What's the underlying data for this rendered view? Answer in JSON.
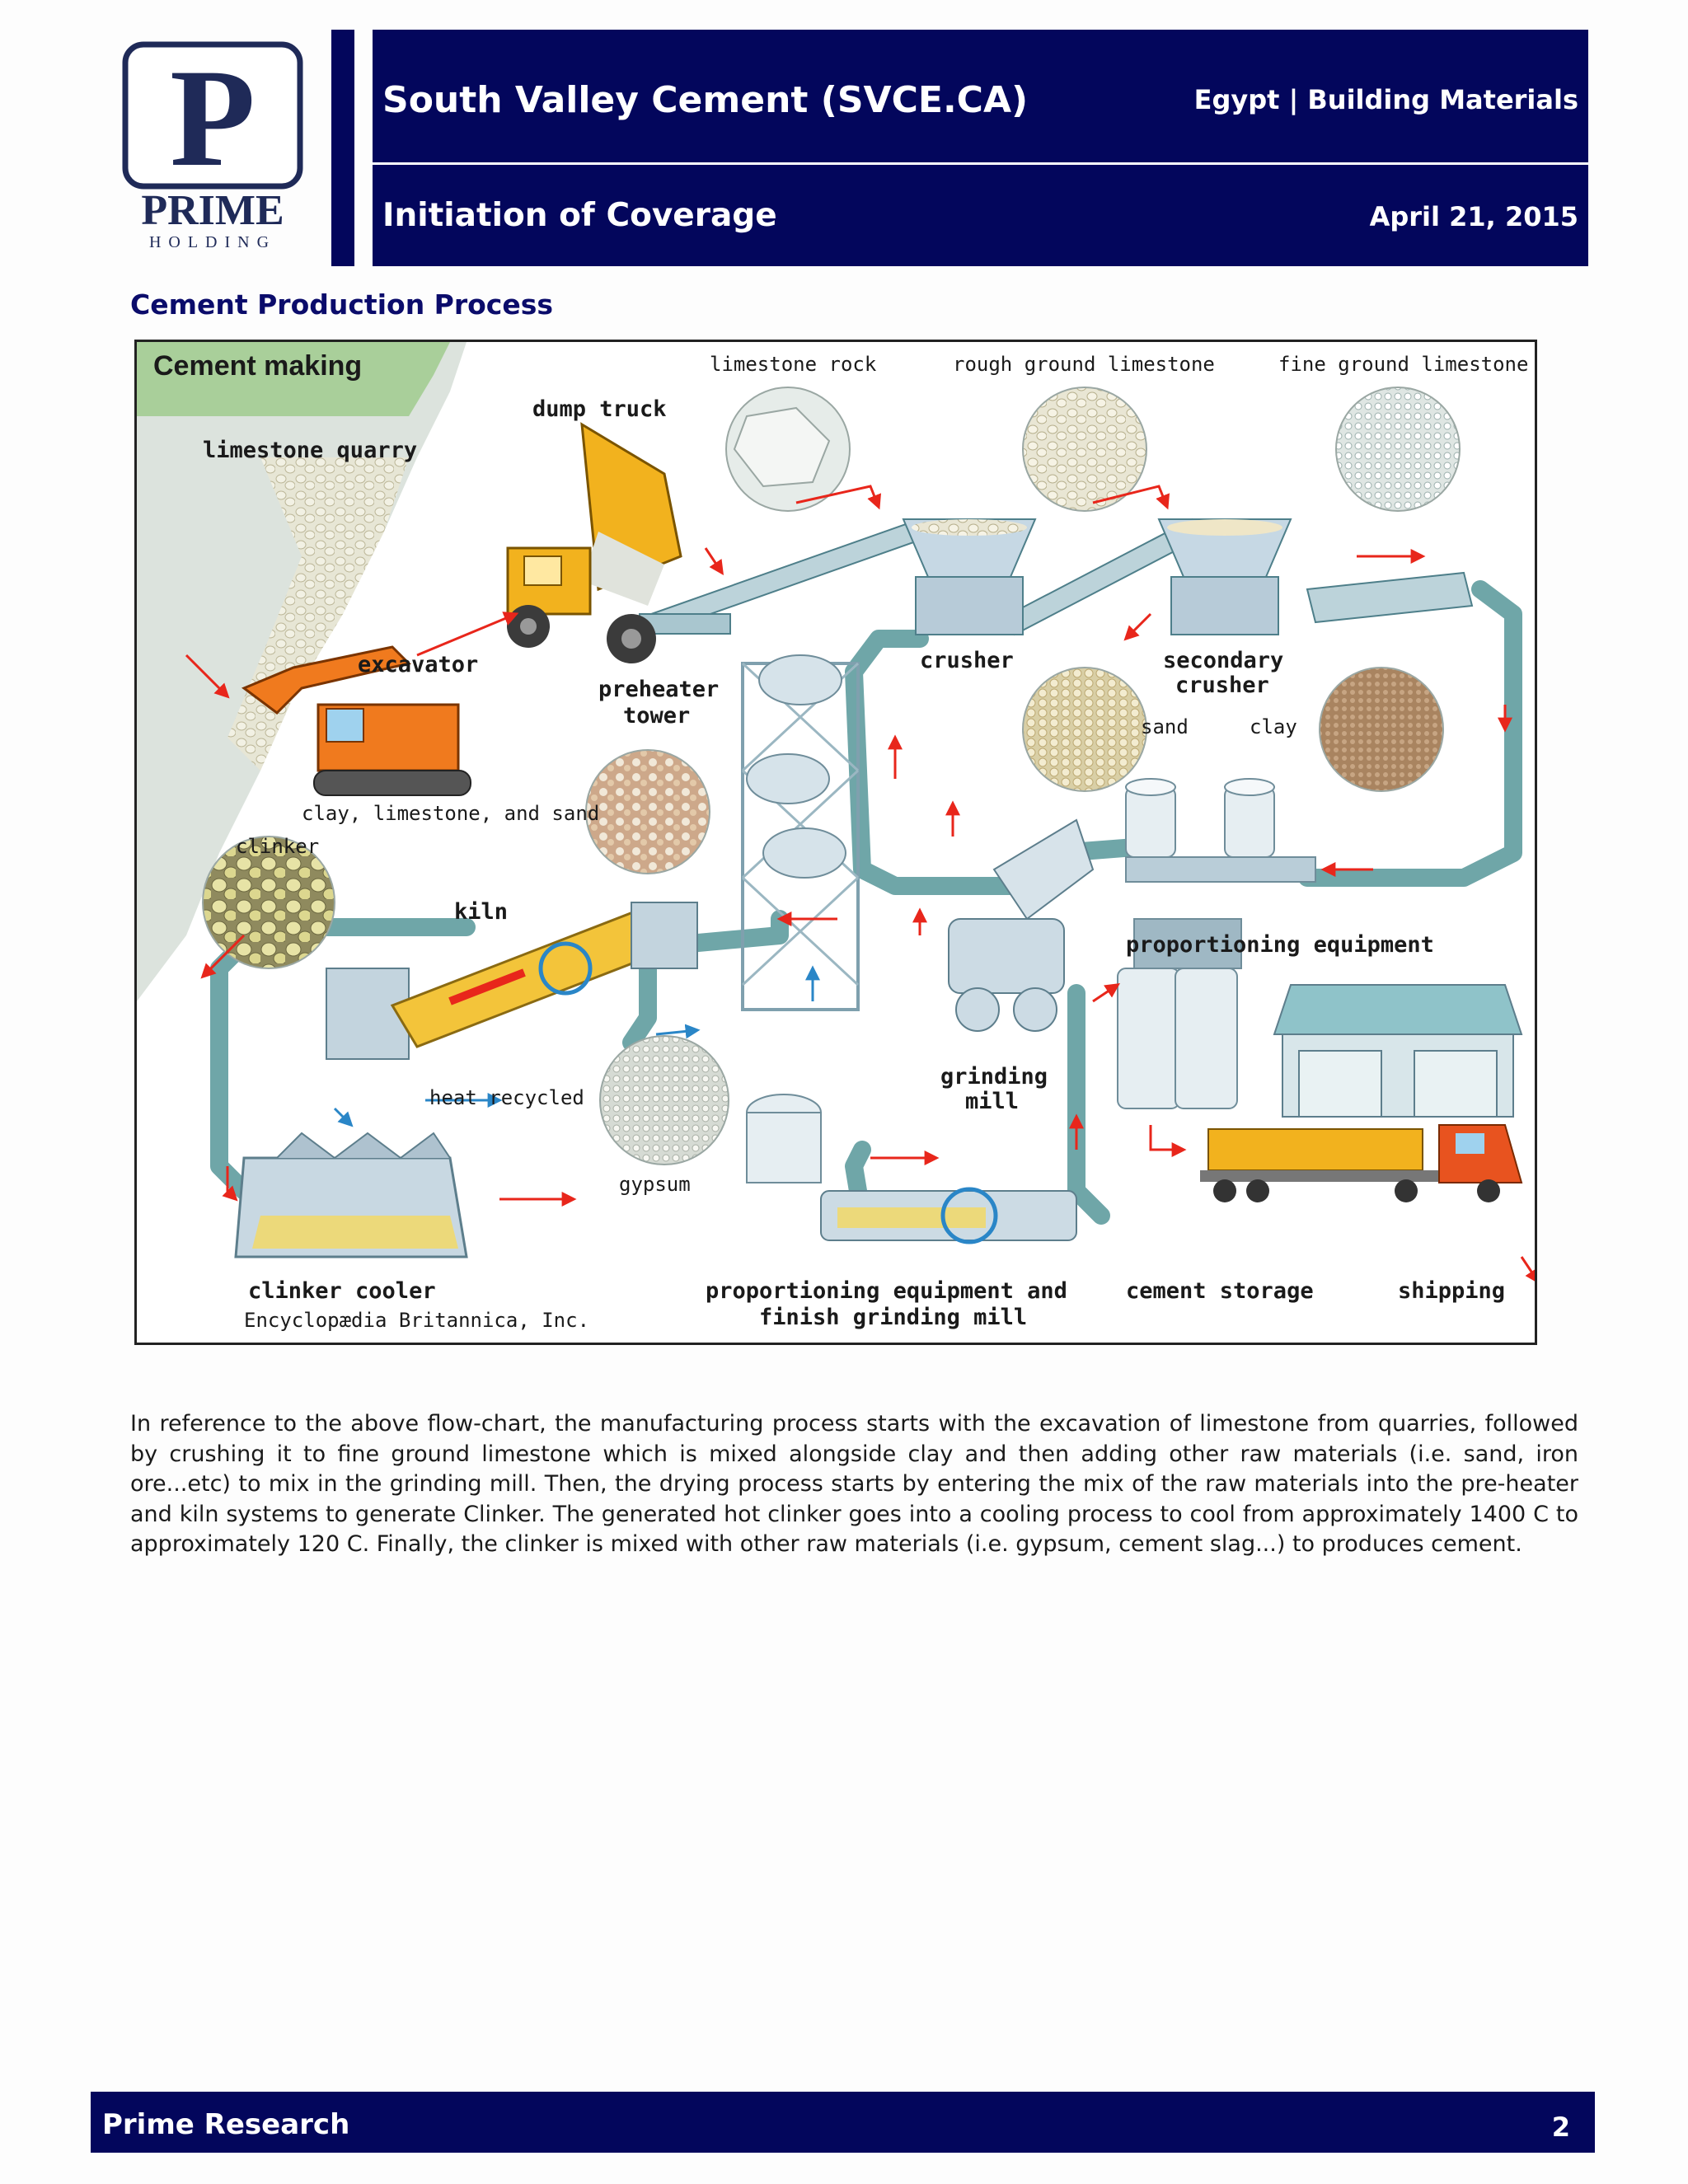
{
  "header": {
    "logo_letter": "P",
    "logo_word": "PRIME",
    "logo_sub": "HOLDING",
    "title": "South Valley Cement (SVCE.CA)",
    "tag": "Egypt | Building Materials",
    "subtitle": "Initiation of Coverage",
    "date": "April 21, 2015"
  },
  "section_title": "Cement Production Process",
  "figure": {
    "title": "Cement making",
    "credit": "Encyclopædia Britannica, Inc.",
    "labels": {
      "limestone_quarry": "limestone quarry",
      "dump_truck": "dump truck",
      "limestone_rock": "limestone rock",
      "rough_ground": "rough ground limestone",
      "fine_ground": "fine ground limestone",
      "excavator": "excavator",
      "crusher": "crusher",
      "secondary": "secondary",
      "crusher2": "crusher",
      "preheater": "preheater",
      "tower": "tower",
      "sand": "sand",
      "clay": "clay",
      "mix": "clay, limestone, and sand",
      "clinker": "clinker",
      "kiln": "kiln",
      "proportioning": "proportioning equipment",
      "heat_recycled": "heat recycled",
      "grinding": "grinding",
      "mill": "mill",
      "gypsum": "gypsum",
      "clinker_cooler": "clinker cooler",
      "prop_finish_1": "proportioning equipment and",
      "prop_finish_2": "finish grinding mill",
      "cement_storage": "cement storage",
      "shipping": "shipping"
    }
  },
  "body_text": "In reference to the above flow-chart, the manufacturing process starts with the excavation of limestone from quarries, followed by crushing it to fine ground limestone which is mixed alongside clay and then adding other raw materials (i.e. sand, iron ore...etc) to mix in the grinding mill. Then, the drying process starts by entering the mix of the raw materials into the pre-heater and kiln systems to generate Clinker. The generated hot clinker goes into a cooling process to cool from approximately 1400 C to approximately 120 C. Finally, the clinker is mixed with other raw materials (i.e. gypsum, cement slag...) to produces cement.",
  "footer": {
    "left": "Prime Research",
    "page": "2"
  },
  "colors": {
    "navy": "#03065c",
    "pipe": "#6fa6a8",
    "arrow": "#e8261b"
  }
}
